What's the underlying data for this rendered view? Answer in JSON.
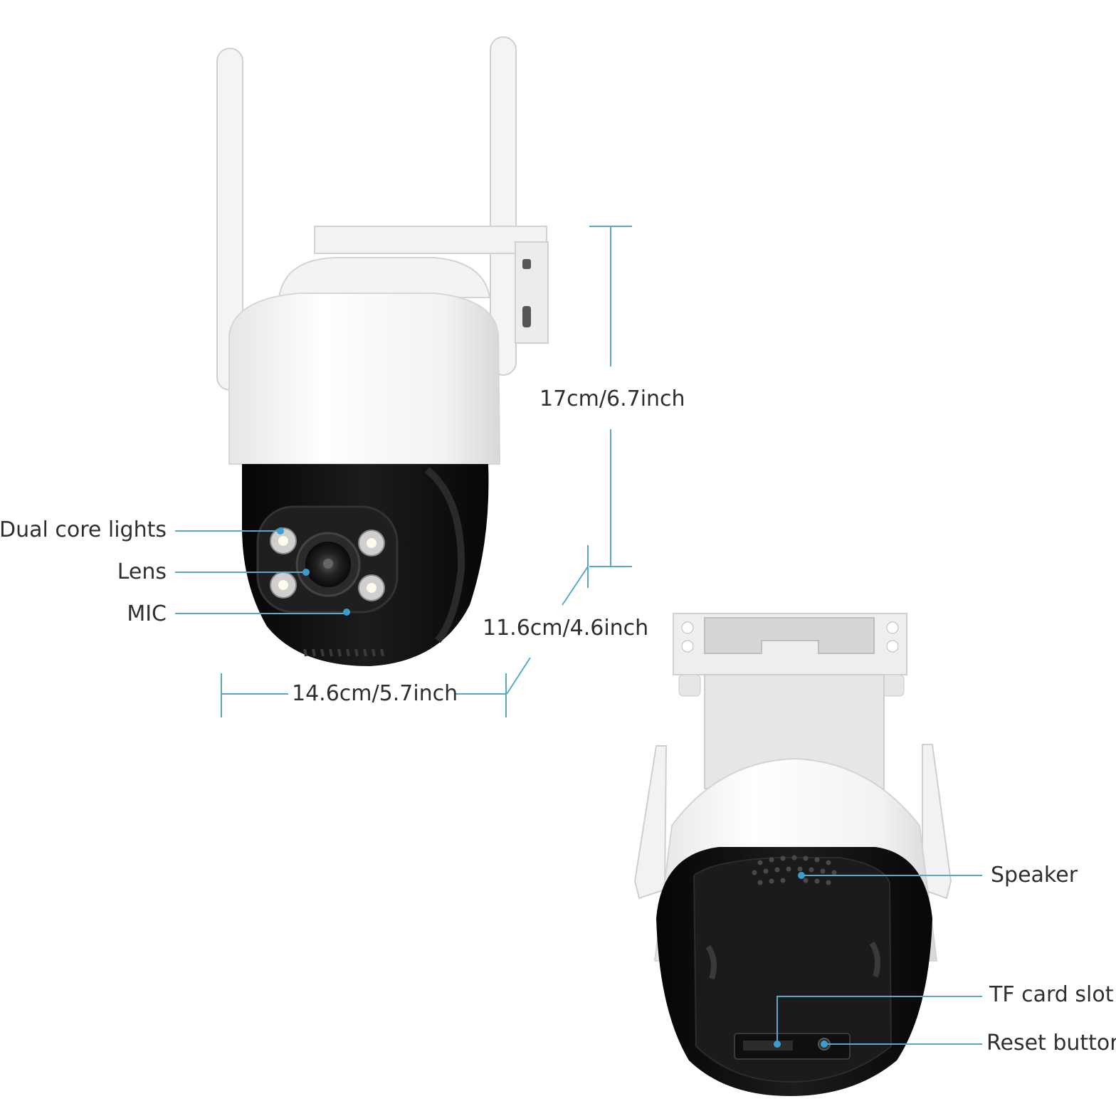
{
  "colors": {
    "accent": "#3a9fd0",
    "dimension_line": "#5aa8c4",
    "housing_white": "#f4f4f4",
    "housing_black": "#111111"
  },
  "front_view": {
    "callouts": {
      "lights": "Dual core lights",
      "lens": "Lens",
      "mic": "MIC"
    },
    "dimensions": {
      "height": "17cm/6.7inch",
      "depth": "11.6cm/4.6inch",
      "width": "14.6cm/5.7inch"
    }
  },
  "back_view": {
    "callouts": {
      "speaker": "Speaker",
      "tf_slot": "TF card slot",
      "reset": "Reset buttor"
    }
  }
}
